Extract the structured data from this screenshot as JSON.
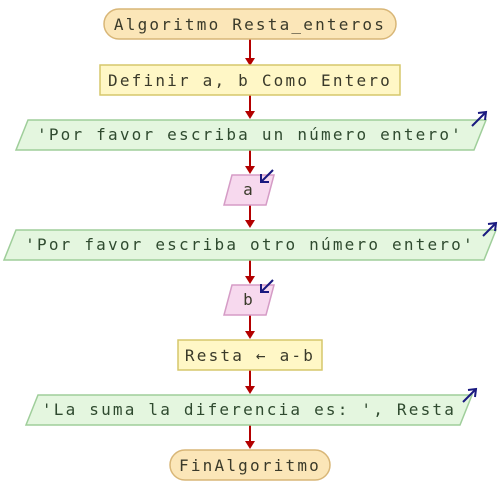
{
  "flowchart": {
    "start": "Algoritmo Resta_enteros",
    "declare": "Definir a, b Como Entero",
    "output1": "'Por favor escriba un número entero'",
    "input1": "a",
    "output2": "'Por favor escriba otro número entero'",
    "input2": "b",
    "assign": "Resta ← a-b",
    "output3": "'La suma la diferencia es: ', Resta",
    "end": "FinAlgoritmo"
  },
  "colors": {
    "terminal_fill": "#fbe6b8",
    "terminal_stroke": "#d8b677",
    "process_fill": "#fff7c6",
    "process_stroke": "#d6c76c",
    "output_fill": "#e4f6df",
    "output_stroke": "#9fce9a",
    "input_fill": "#f7d9ee",
    "input_stroke": "#d59cc6",
    "connector": "#b30000",
    "io_arrow": "#1a1a80"
  }
}
